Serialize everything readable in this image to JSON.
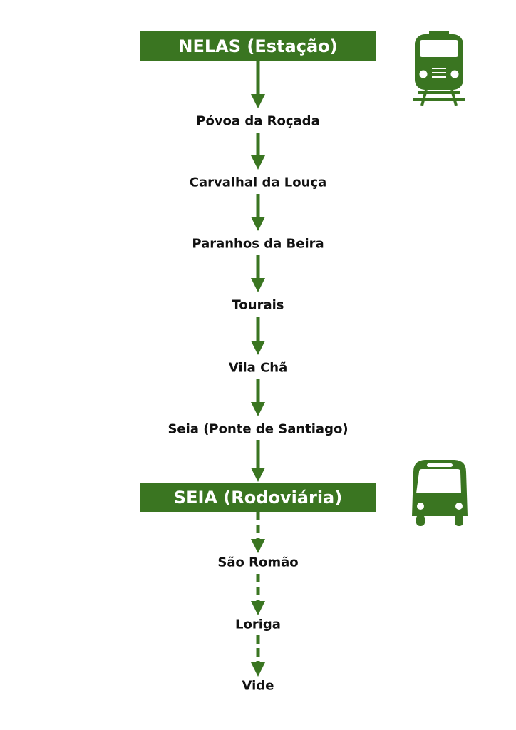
{
  "accent_color": "#3a7521",
  "start_station": {
    "label": "NELAS (Estação)",
    "icon": "train-icon"
  },
  "train_stops": [
    "Póvoa da Roçada",
    "Carvalhal da Louça",
    "Paranhos da Beira",
    "Tourais",
    "Vila Chã",
    "Seia (Ponte de Santiago)"
  ],
  "bus_station": {
    "label": "SEIA (Rodoviária)",
    "icon": "bus-icon"
  },
  "bus_stops": [
    "São Romão",
    "Loriga",
    "Vide"
  ]
}
